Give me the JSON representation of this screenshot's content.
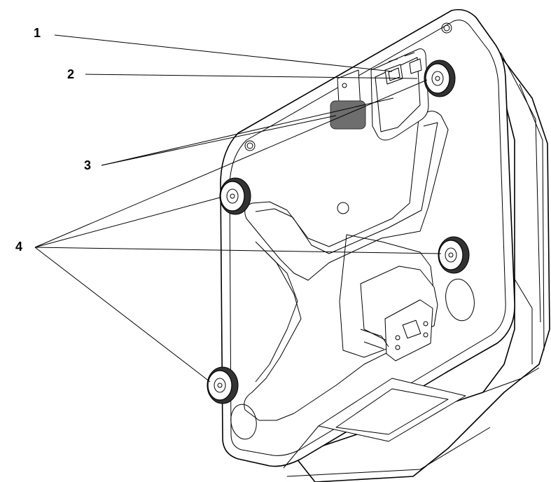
{
  "callouts": [
    {
      "id": "1",
      "label": "1"
    },
    {
      "id": "2",
      "label": "2"
    },
    {
      "id": "3",
      "label": "3"
    },
    {
      "id": "4",
      "label": "4"
    }
  ],
  "colors": {
    "line": "#000000",
    "label_pad": "#6e6e6e",
    "background": "#ffffff"
  }
}
